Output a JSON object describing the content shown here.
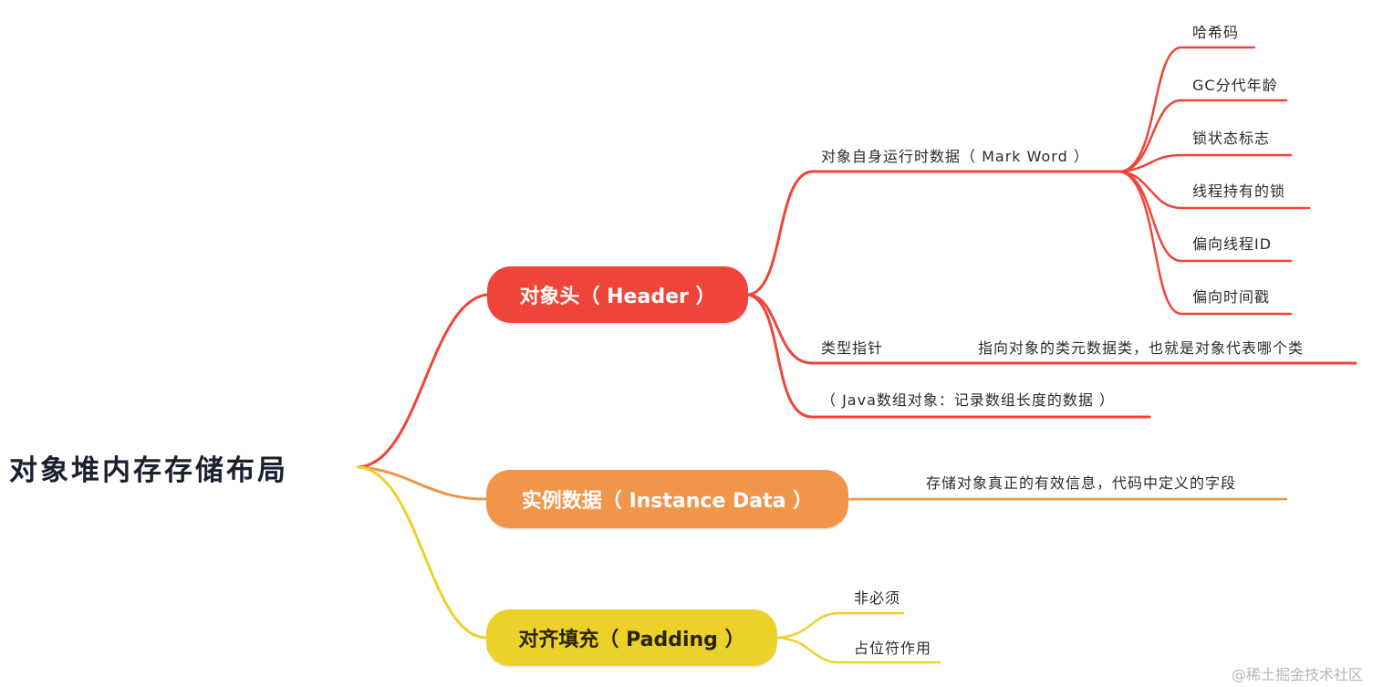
{
  "root": {
    "title": "对象堆内存存储布局"
  },
  "header": {
    "label": "对象头（ Header ）",
    "mark_word": {
      "label": "对象自身运行时数据（ Mark Word ）",
      "items": [
        "哈希码",
        "GC分代年龄",
        "锁状态标志",
        "线程持有的锁",
        "偏向线程ID",
        "偏向时间戳"
      ]
    },
    "type_pointer": {
      "label": "类型指针",
      "desc": "指向对象的类元数据类，也就是对象代表哪个类"
    },
    "array_length": "（ Java数组对象：记录数组长度的数据 ）"
  },
  "instance": {
    "label": "实例数据（ Instance Data ）",
    "desc": "存储对象真正的有效信息，代码中定义的字段"
  },
  "padding": {
    "label": "对齐填充（ Padding ）",
    "items": [
      "非必须",
      "占位符作用"
    ]
  },
  "watermark": "@稀土掘金技术社区",
  "colors": {
    "header": "#ef4439",
    "instance": "#f0954a",
    "padding": "#ecd12a",
    "root_text": "#1c1f2e"
  }
}
